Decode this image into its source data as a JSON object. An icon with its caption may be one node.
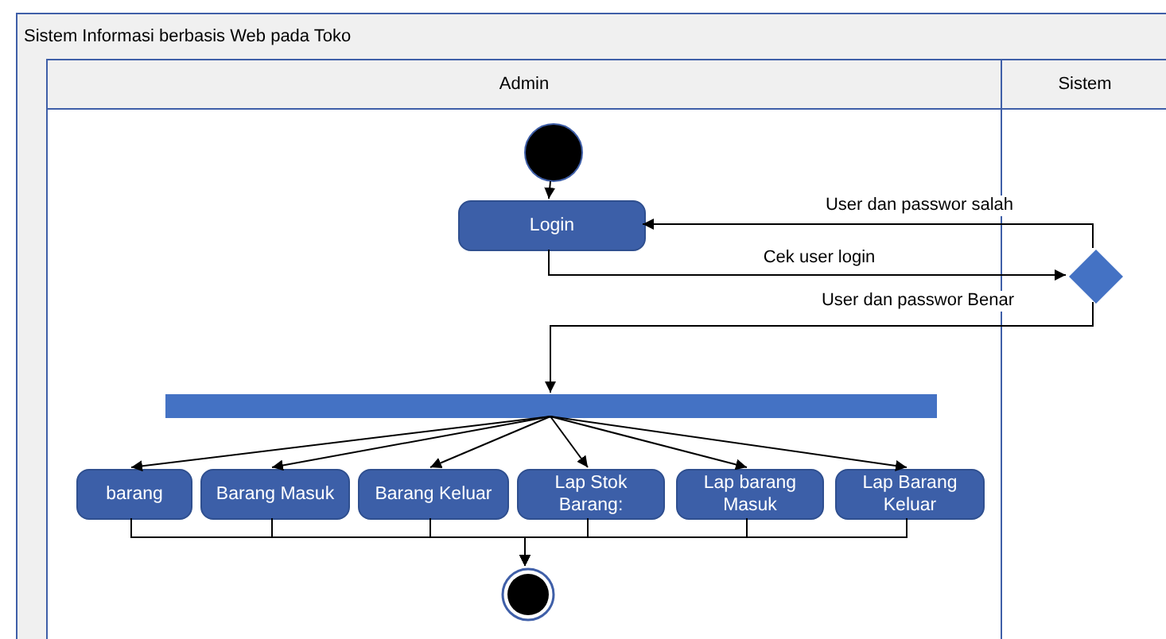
{
  "diagram": {
    "nodes": [
      {
        "text": [
          "Sistem Informasi berbasis Web pada Toko"
        ]
      },
      {
        "text": [
          "Admin"
        ],
        "in": 0
      },
      {
        "text": [
          "Sistem"
        ],
        "in": 0
      },
      {
        "text": [],
        "shape": "circle",
        "in": 1
      },
      {
        "text": [
          "Login"
        ],
        "in": 1
      },
      {
        "text": [],
        "shape": "diamond",
        "in": 2
      },
      {
        "text": [],
        "shape": "bar",
        "in": 1
      },
      {
        "text": [
          "barang"
        ],
        "in": 1
      },
      {
        "text": [
          "Barang Masuk"
        ],
        "in": 1
      },
      {
        "text": [
          "Barang Keluar"
        ],
        "in": 1
      },
      {
        "text": [
          "Lap Stok Barang:"
        ],
        "in": 1
      },
      {
        "text": [
          "Lap barang Masuk"
        ],
        "in": 1
      },
      {
        "text": [
          "Lap Barang Keluar"
        ],
        "in": 1
      },
      {
        "text": [],
        "shape": "circle",
        "in": 1
      }
    ],
    "edges": [
      {
        "from": 3,
        "to": 4,
        "arrow": "to"
      },
      {
        "from": 4,
        "to": 5,
        "arrow": "to",
        "label": "Cek user login"
      },
      {
        "from": 5,
        "to": 4,
        "arrow": "to",
        "label": "User dan passwor salah"
      },
      {
        "from": 5,
        "to": 6,
        "arrow": "to",
        "label": "User dan passwor Benar"
      },
      {
        "from": 6,
        "to": 7,
        "arrow": "to"
      },
      {
        "from": 6,
        "to": 8,
        "arrow": "to"
      },
      {
        "from": 6,
        "to": 9,
        "arrow": "to"
      },
      {
        "from": 6,
        "to": 10,
        "arrow": "to"
      },
      {
        "from": 6,
        "to": 11,
        "arrow": "to"
      },
      {
        "from": 6,
        "to": 12,
        "arrow": "to"
      },
      {
        "from": 7,
        "to": 13,
        "arrow": "to"
      },
      {
        "from": 8,
        "to": 13,
        "arrow": "to"
      },
      {
        "from": 9,
        "to": 13,
        "arrow": "to"
      },
      {
        "from": 10,
        "to": 13,
        "arrow": "to"
      },
      {
        "from": 11,
        "to": 13,
        "arrow": "to"
      },
      {
        "from": 12,
        "to": 13,
        "arrow": "to"
      }
    ]
  }
}
